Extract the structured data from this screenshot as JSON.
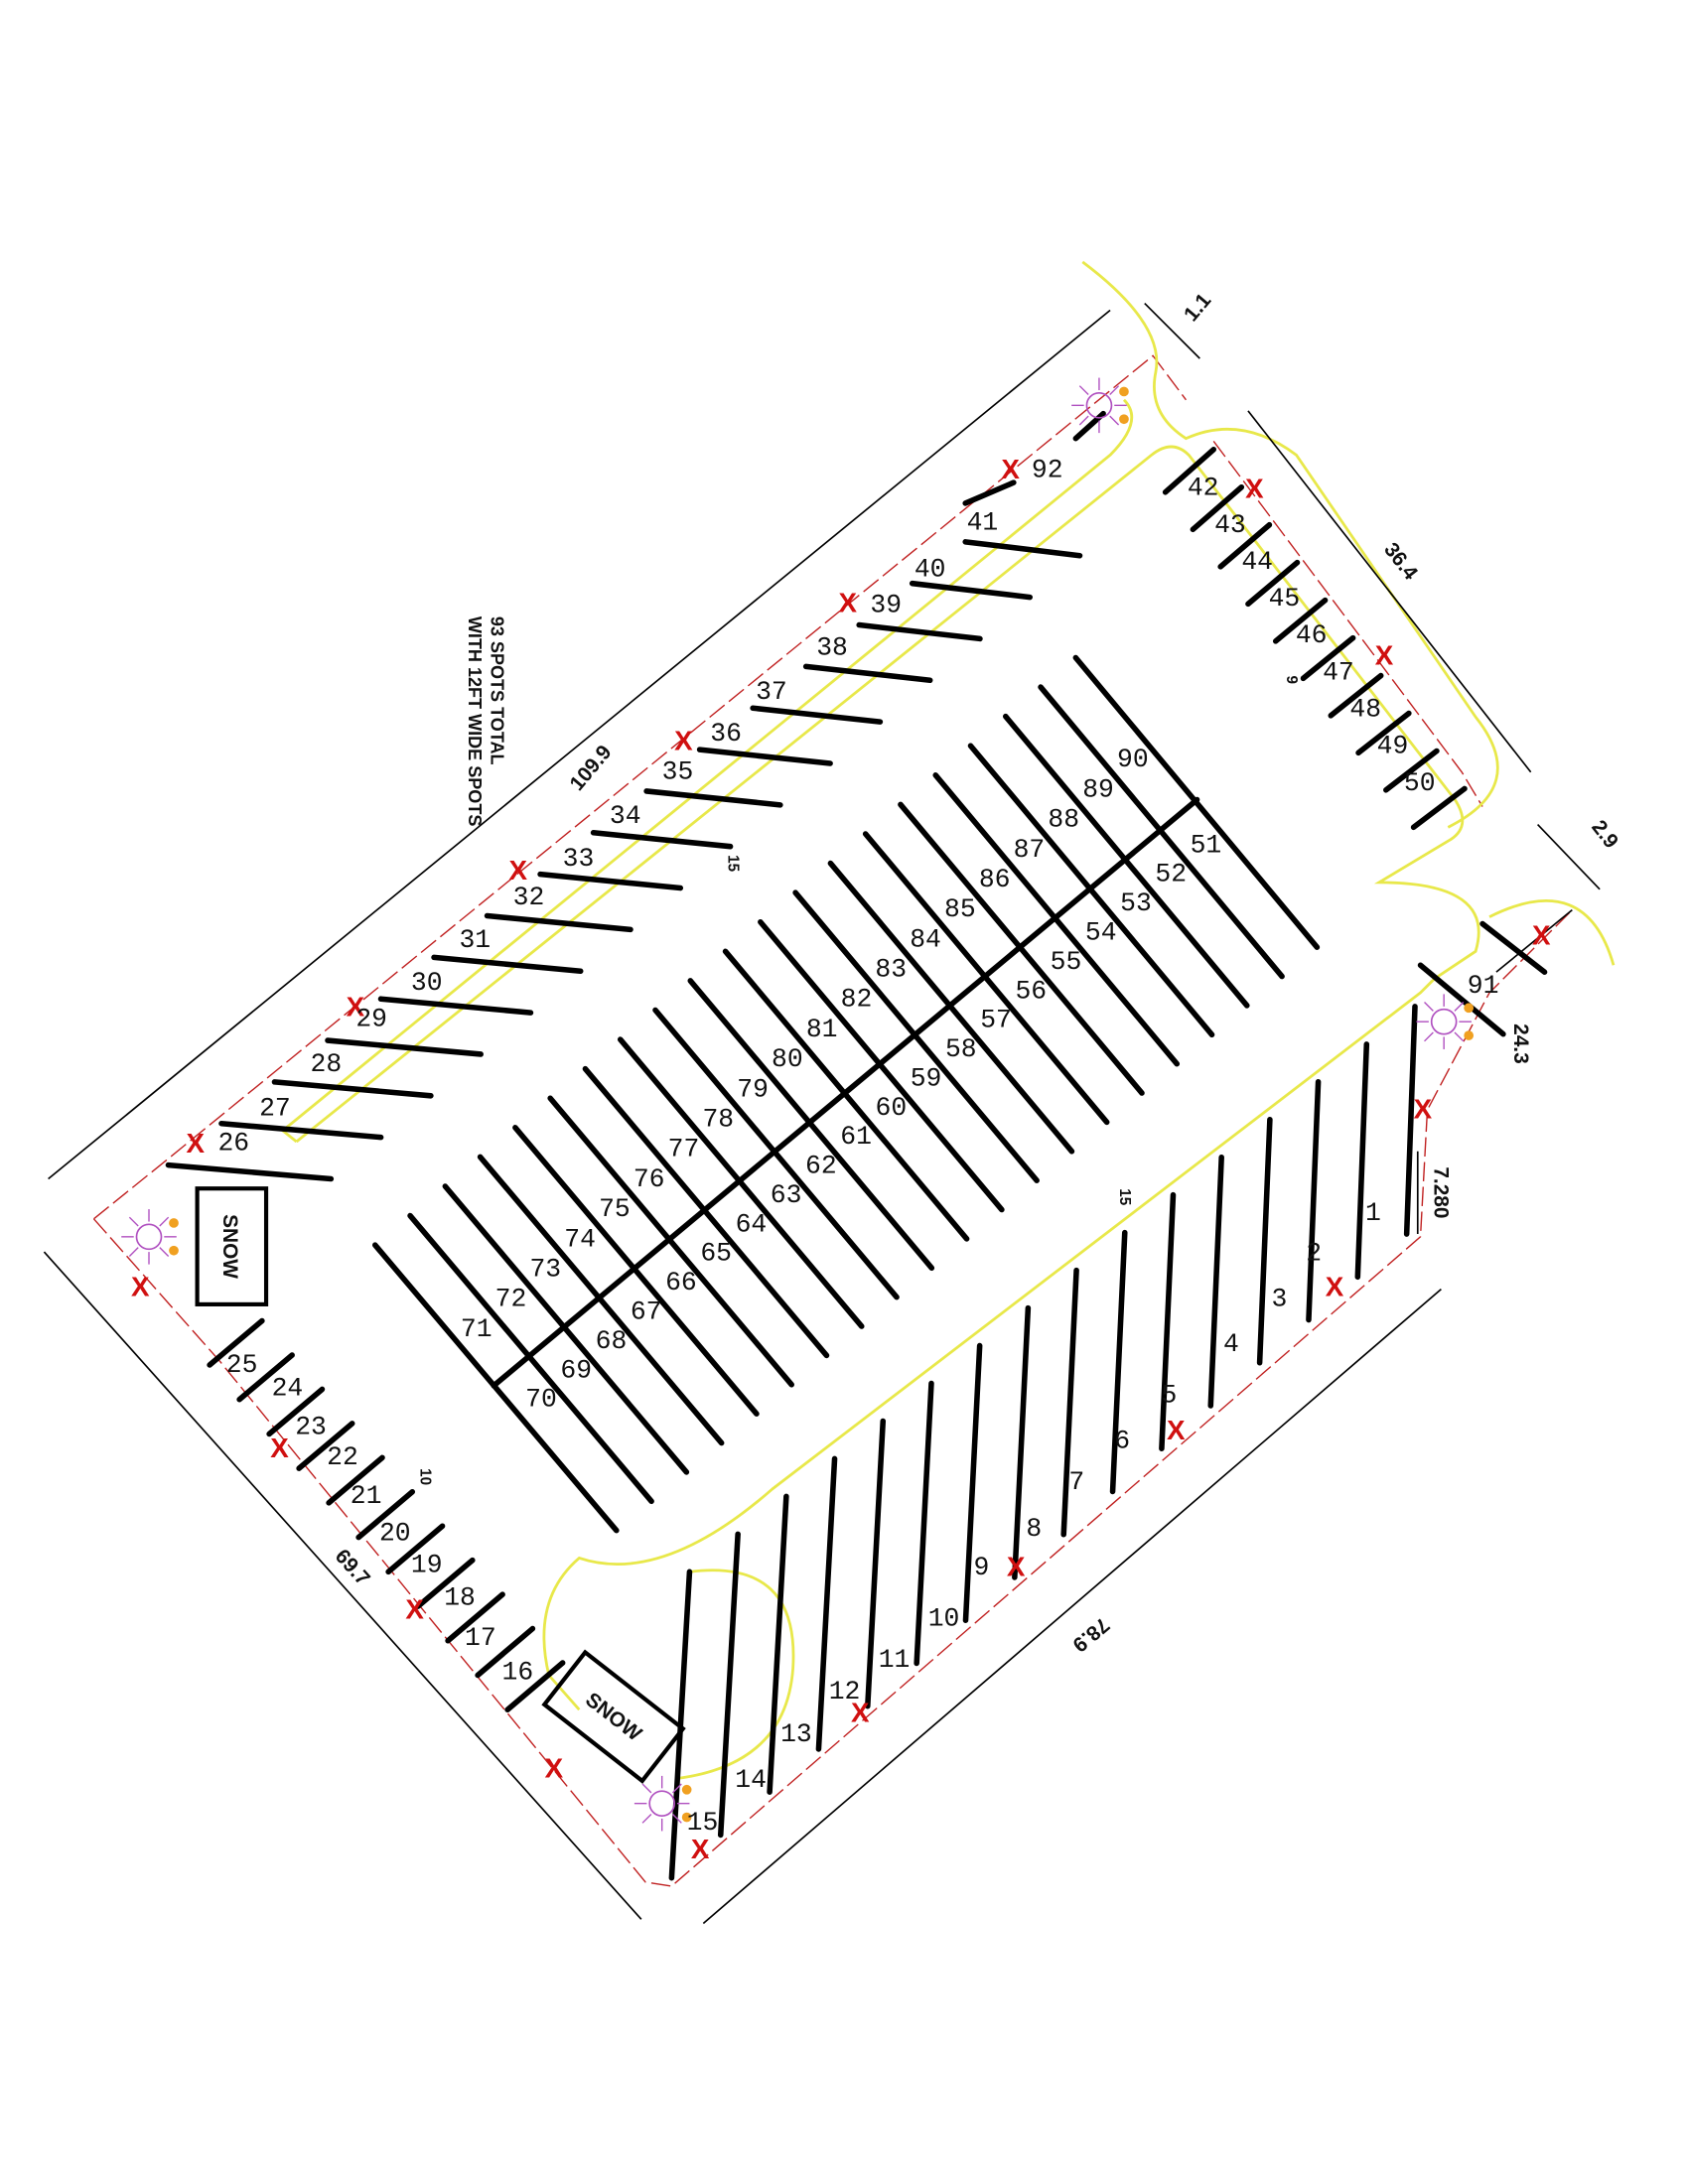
{
  "title": {
    "line1": "93 SPOTS TOTAL",
    "line2": "WITH 12FT WIDE SPOTS"
  },
  "spot_labels": [
    "1",
    "2",
    "3",
    "4",
    "5",
    "6",
    "7",
    "8",
    "9",
    "10",
    "11",
    "12",
    "13",
    "14",
    "15",
    "16",
    "17",
    "18",
    "19",
    "20",
    "21",
    "22",
    "23",
    "24",
    "25",
    "26",
    "27",
    "28",
    "29",
    "30",
    "31",
    "32",
    "33",
    "34",
    "35",
    "36",
    "37",
    "38",
    "39",
    "40",
    "41",
    "42",
    "43",
    "44",
    "45",
    "46",
    "47",
    "48",
    "49",
    "50",
    "51",
    "52",
    "53",
    "54",
    "55",
    "56",
    "57",
    "58",
    "59",
    "60",
    "61",
    "62",
    "63",
    "64",
    "65",
    "66",
    "67",
    "68",
    "69",
    "70",
    "71",
    "72",
    "73",
    "74",
    "75",
    "76",
    "77",
    "78",
    "79",
    "80",
    "81",
    "82",
    "83",
    "84",
    "85",
    "86",
    "87",
    "88",
    "89",
    "90",
    "91",
    "92"
  ],
  "dimensions": {
    "top_left": "109.9",
    "top_right": "36.4",
    "top_gap": "1.1",
    "right_gap": "2.9",
    "right_end": "24.3",
    "right_small": "7.280",
    "bottom_right": "78.9",
    "bottom_left": "69.7"
  },
  "row_counts": {
    "c1": "15",
    "c2": "15",
    "c3": "10",
    "c4": "9"
  },
  "snow_labels": [
    "SNOW",
    "SNOW"
  ],
  "marker_label": "X",
  "colors": {
    "curb": "#e8e84a",
    "boundary": "#c02020",
    "stall": "#000000",
    "marker": "#d01010",
    "light": "#b050c0"
  }
}
